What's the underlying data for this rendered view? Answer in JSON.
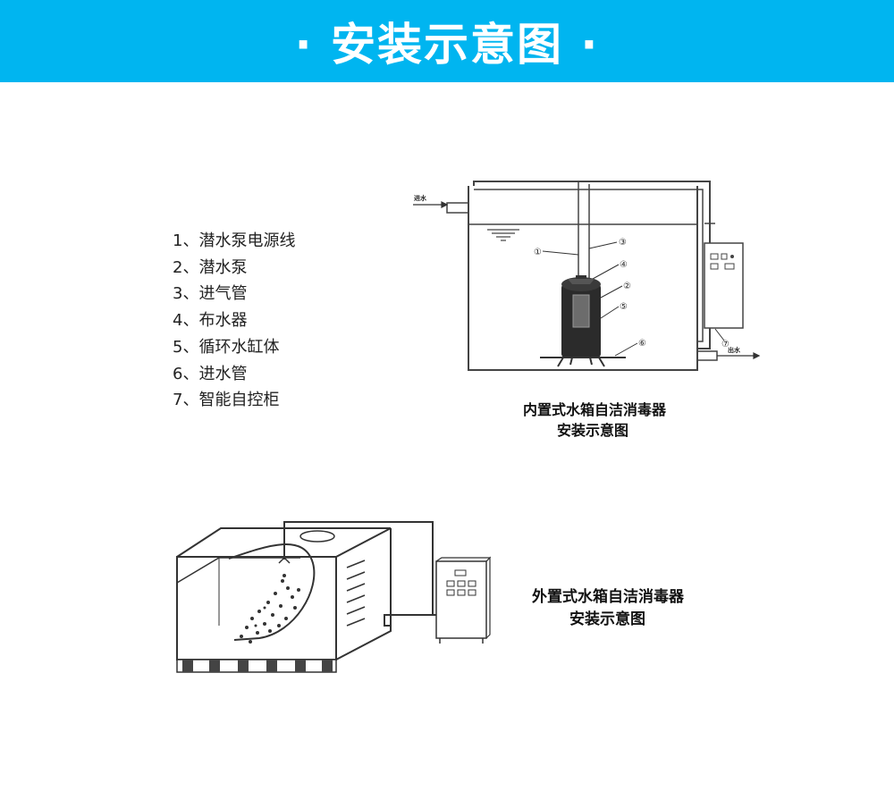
{
  "banner": {
    "title": "· 安装示意图 ·",
    "bg_color": "#00b5f0",
    "text_color": "#ffffff"
  },
  "legend": [
    "1、潜水泵电源线",
    "2、潜水泵",
    "3、进气管",
    "4、布水器",
    "5、循环水缸体",
    "6、进水管",
    "7、智能自控柜"
  ],
  "diagram1": {
    "caption_line1": "内置式水箱自洁消毒器",
    "caption_line2": "安装示意图",
    "inlet_label": "进水",
    "outlet_label": "出水",
    "callouts": [
      "①",
      "③",
      "④",
      "②",
      "⑤",
      "⑥",
      "⑦"
    ]
  },
  "diagram2": {
    "caption_line1": "外置式水箱自洁消毒器",
    "caption_line2": "安装示意图"
  }
}
